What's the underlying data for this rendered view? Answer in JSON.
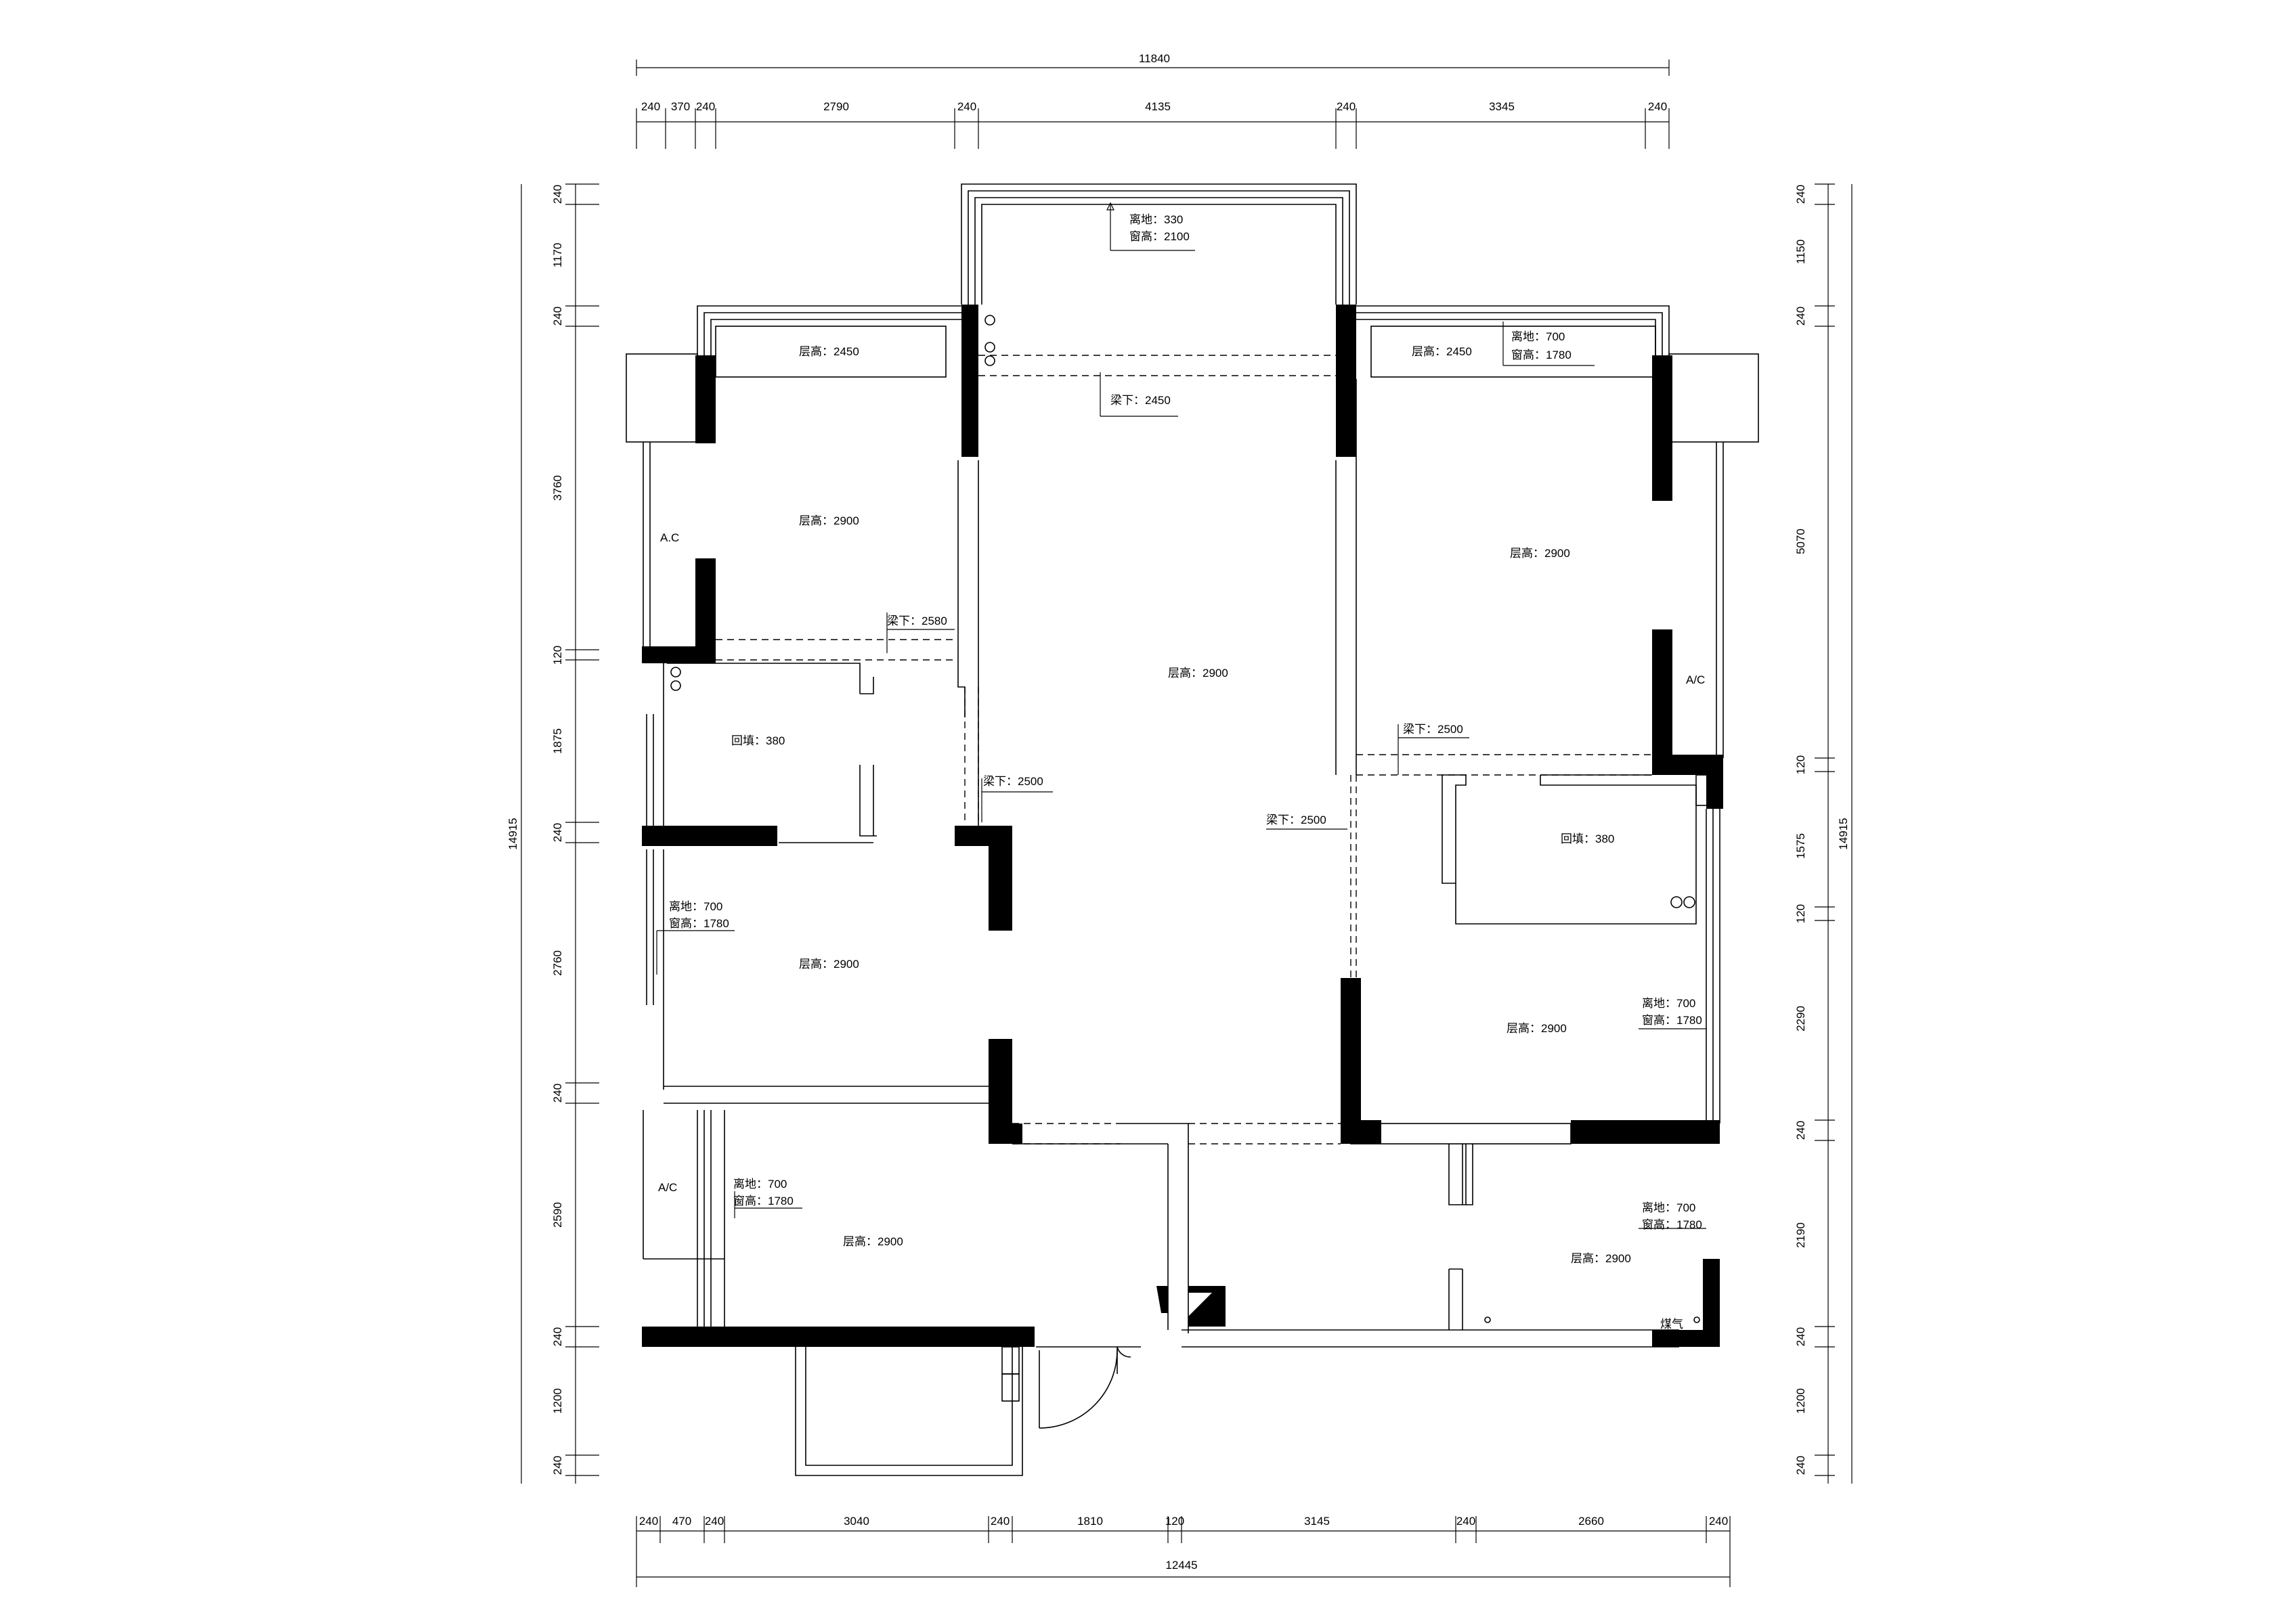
{
  "dimensions": {
    "top_total": "11840",
    "top": [
      "240",
      "370",
      "240",
      "2790",
      "240",
      "4135",
      "240",
      "3345",
      "240"
    ],
    "bottom_total": "12445",
    "bottom": [
      "240",
      "470",
      "240",
      "3040",
      "240",
      "1810",
      "120",
      "3145",
      "240",
      "2660",
      "240"
    ],
    "left_total": "14915",
    "left": [
      "240",
      "1170",
      "240",
      "3760",
      "120",
      "1875",
      "240",
      "2760",
      "240",
      "2590",
      "240",
      "1200",
      "240"
    ],
    "right_total": "14915",
    "right": [
      "240",
      "1150",
      "240",
      "5070",
      "120",
      "1575",
      "120",
      "2290",
      "240",
      "2190",
      "240",
      "1200",
      "240"
    ]
  },
  "labels": {
    "ceiling": "层高：2900",
    "ceiling_low": "层高：2450",
    "sill_700": "离地：700",
    "window_1780": "窗高：1780",
    "sill_330": "离地：330",
    "window_2100": "窗高：2100",
    "beam_2450": "梁下：2450",
    "beam_2580": "梁下：2580",
    "beam_2500": "梁下：2500",
    "backfill_380": "回填：380",
    "ac": "A/C",
    "ac_alt": "A.C",
    "gas": "煤气"
  }
}
